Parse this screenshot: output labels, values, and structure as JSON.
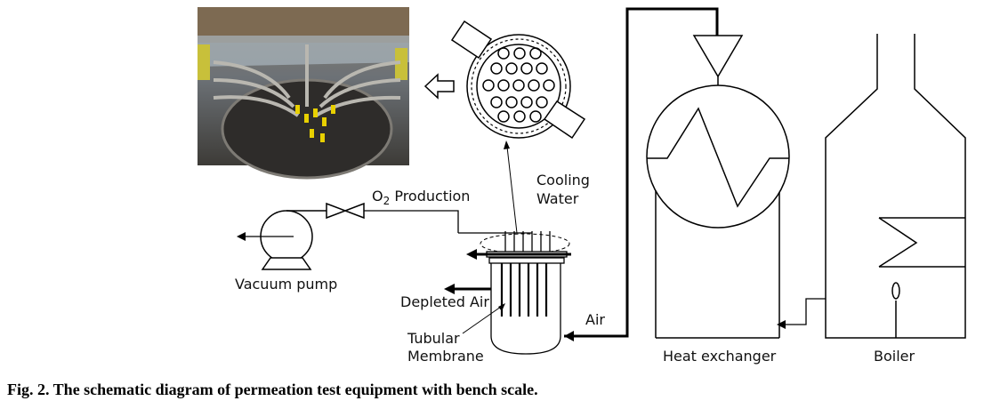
{
  "labels": {
    "o2_production_prefix": "O",
    "o2_production_sub": "2",
    "o2_production_suffix": " Production",
    "cooling_line1": "Cooling",
    "cooling_line2": "Water",
    "vacuum_pump": "Vacuum pump",
    "depleted_air": "Depleted Air",
    "air": "Air",
    "tubular_line1": "Tubular",
    "tubular_line2": "Membrane",
    "heat_exchanger": "Heat exchanger",
    "boiler": "Boiler"
  },
  "caption": "Fig. 2. The schematic diagram of permeation test equipment with bench scale."
}
